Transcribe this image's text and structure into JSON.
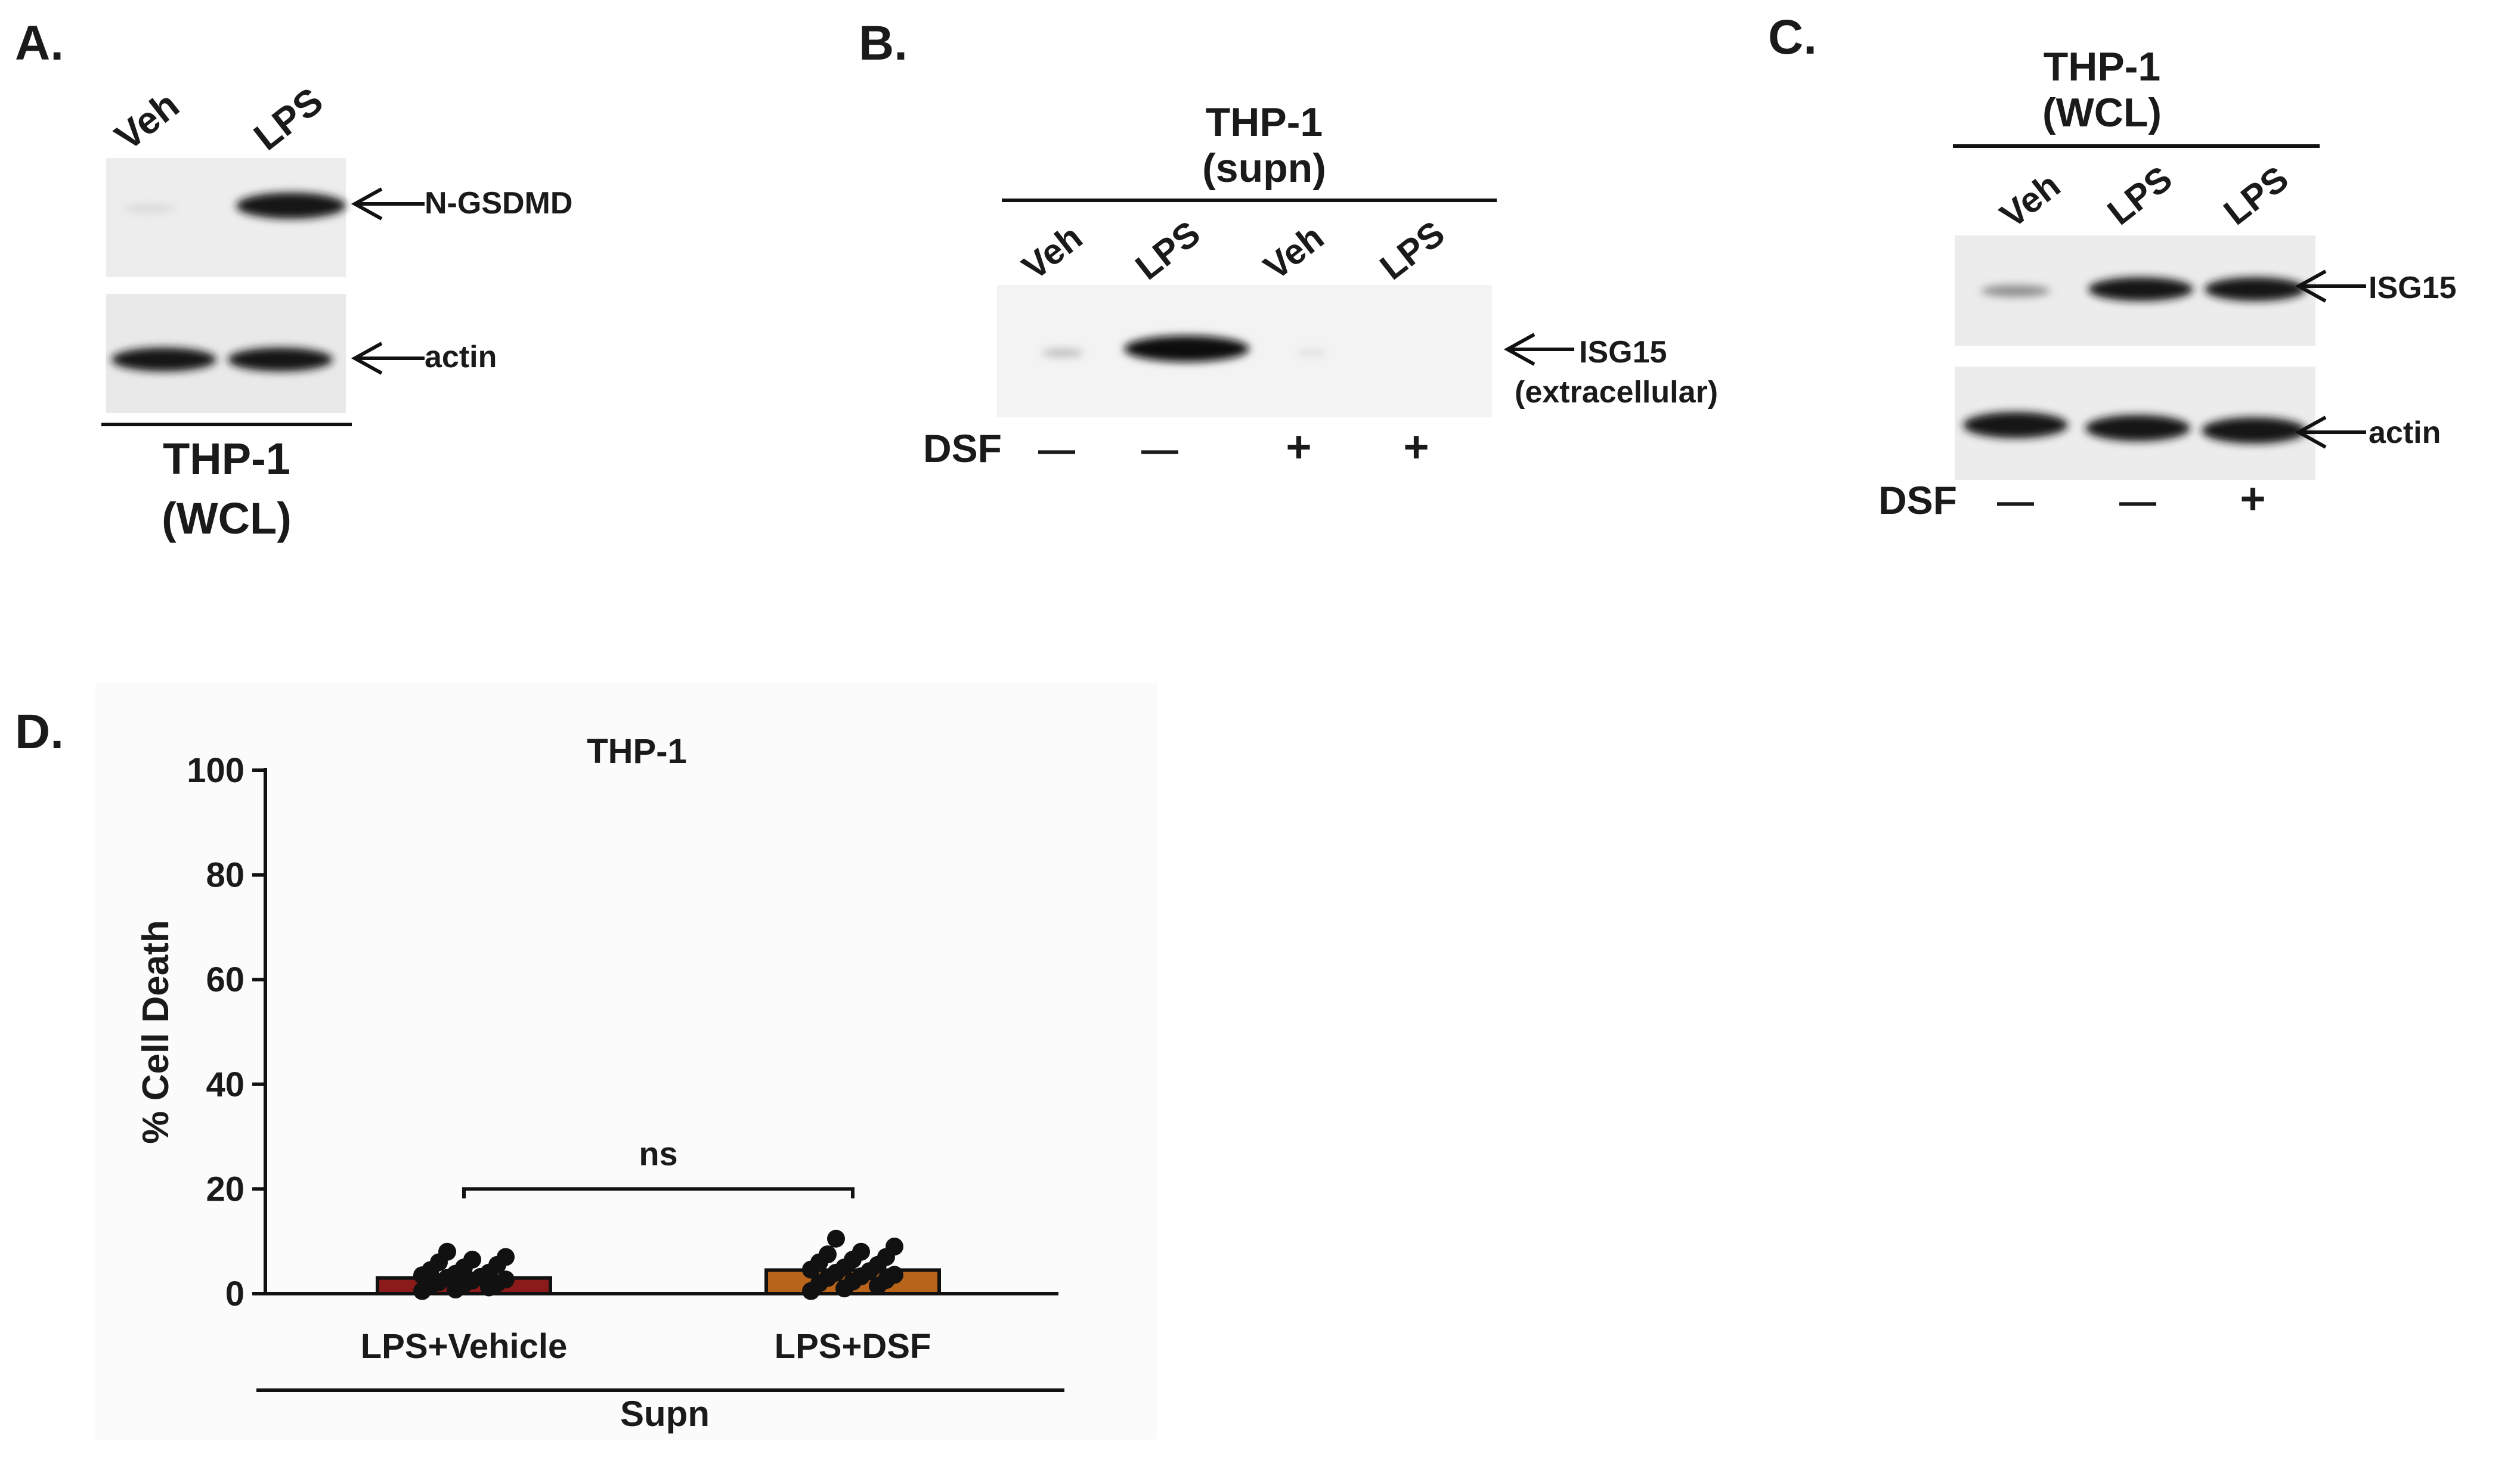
{
  "panelA": {
    "letter": "A.",
    "lanes": [
      "Veh",
      "LPS"
    ],
    "band_labels": [
      "N-GSDMD",
      "actin"
    ],
    "cell_line": "THP-1",
    "fraction": "(WCL)"
  },
  "panelB": {
    "letter": "B.",
    "cell_line": "THP-1",
    "fraction": "(supn)",
    "lanes": [
      "Veh",
      "LPS",
      "Veh",
      "LPS"
    ],
    "band_label": "ISG15",
    "band_sublabel": "(extracellular)",
    "treatment_label": "DSF",
    "treatment": [
      "—",
      "—",
      "+",
      "+"
    ]
  },
  "panelC": {
    "letter": "C.",
    "cell_line": "THP-1",
    "fraction": "(WCL)",
    "lanes": [
      "Veh",
      "LPS",
      "LPS"
    ],
    "band_labels": [
      "ISG15",
      "actin"
    ],
    "treatment_label": "DSF",
    "treatment": [
      "—",
      "—",
      "+"
    ]
  },
  "panelD": {
    "letter": "D.",
    "group_label": "Supn",
    "significance": "ns"
  },
  "chart_data": {
    "type": "bar",
    "title": "THP-1",
    "ylabel": "% Cell Death",
    "xlabel": "",
    "ylim": [
      0,
      100
    ],
    "yticks": [
      "0",
      "20",
      "40",
      "60",
      "80",
      "100"
    ],
    "categories": [
      "LPS+Vehicle",
      "LPS+DSF"
    ],
    "values": [
      3.0,
      4.5
    ],
    "colors": [
      "#8b1a1a",
      "#b8641b"
    ],
    "points": [
      [
        0.5,
        0.8,
        1.2,
        1.5,
        1.8,
        2.0,
        2.2,
        2.5,
        2.7,
        3.0,
        3.2,
        3.5,
        3.8,
        4.0,
        4.5,
        5.0,
        5.5,
        6.0,
        6.5,
        7.0,
        8.0
      ],
      [
        0.5,
        1.0,
        1.5,
        2.0,
        2.3,
        2.6,
        3.0,
        3.3,
        3.6,
        4.0,
        4.3,
        4.6,
        5.0,
        5.5,
        6.0,
        6.5,
        7.0,
        7.5,
        8.0,
        9.0,
        10.5
      ]
    ]
  }
}
